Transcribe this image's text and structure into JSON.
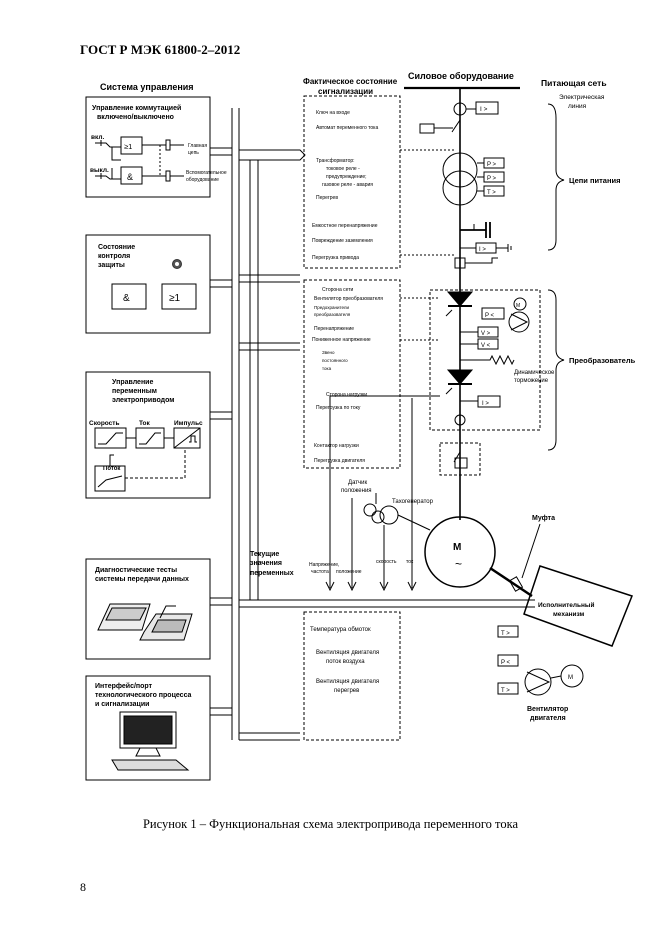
{
  "header": "ГОСТ Р МЭК 61800-2–2012",
  "caption": "Рисунок 1 – Функциональная схема электропривода переменного тока",
  "page_number": "8",
  "sections": {
    "control_system": "Система управления",
    "actual_state_1": "Фактическое состояние",
    "actual_state_2": "сигнализации",
    "power_equipment": "Силовое оборудование",
    "supply_network": "Питающая сеть",
    "mains_1": "Электрическая",
    "mains_2": "линия"
  },
  "blocks": {
    "switching_1": "Управление коммутацией",
    "switching_2": "включено/выключено",
    "on": "вкл.",
    "off": "выкл.",
    "main_circuit_1": "Главная",
    "main_circuit_2": "цепь",
    "aux_1": "Вспомогательное",
    "aux_2": "оборудование",
    "gate_or": "≥1",
    "gate_and": "&",
    "protection_1": "Состояние",
    "protection_2": "контроля",
    "protection_3": "защиты",
    "drive_1": "Управление",
    "drive_2": "переменным",
    "drive_3": "электроприводом",
    "speed": "Скорость",
    "current": "Ток",
    "pulse": "Импульс",
    "flux": "Поток",
    "diag_1": "Диагностические тесты",
    "diag_2": "системы передачи данных",
    "iface_1": "Интерфейс/порт",
    "iface_2": "технологического процесса",
    "iface_3": "и сигнализации"
  },
  "signals_top": [
    "Ключ на входе",
    "Автомат переменного тока",
    "Трансформатор:",
    "токовое реле -",
    "предупреждение;",
    "газовое реле - авария",
    "Перегрев",
    "Емкостное перенапряжение",
    "Повреждение заземления",
    "Перегрузка привода"
  ],
  "signals_mid": [
    "Сторона сети",
    "Вентилятор преобразователя",
    "Предохранители",
    "преобразователя",
    "Перенапряжение",
    "Пониженное напряжение",
    "Звено",
    "постоянного",
    "тока",
    "Сторона нагрузки",
    "Перегрузка по току",
    "Контактор нагрузки",
    "Перегрузка двигателя"
  ],
  "signals_bottom": [
    "Температура обмоток",
    "Вентиляция двигателя",
    "поток воздуха",
    "Вентиляция двигателя",
    "перегрев"
  ],
  "variables": {
    "title_1": "Текущие",
    "title_2": "значения",
    "title_3": "переменных",
    "voltage_1": "Напряжение,",
    "voltage_2": "частота",
    "position": "положение",
    "speed": "скорость",
    "current": "ток"
  },
  "power": {
    "feed_circuits": "Цепи питания",
    "converter": "Преобразователь",
    "dyn_brake_1": "Динамическое",
    "dyn_brake_2": "торможение",
    "pos_sensor_1": "Датчик",
    "pos_sensor_2": "положения",
    "tacho": "Тахогенератор",
    "coupling": "Муфта",
    "motor": "М",
    "motor_tilde": "~",
    "mech_1": "Исполнительный",
    "mech_2": "механизм",
    "fan_1": "Вентилятор",
    "fan_2": "двигателя",
    "fan_m": "М",
    "relay_i": "I >",
    "relay_p_gt": "P >",
    "relay_p_lt": "P <",
    "relay_t": "T >",
    "relay_v_gt": "V >",
    "relay_v_lt": "V <"
  }
}
